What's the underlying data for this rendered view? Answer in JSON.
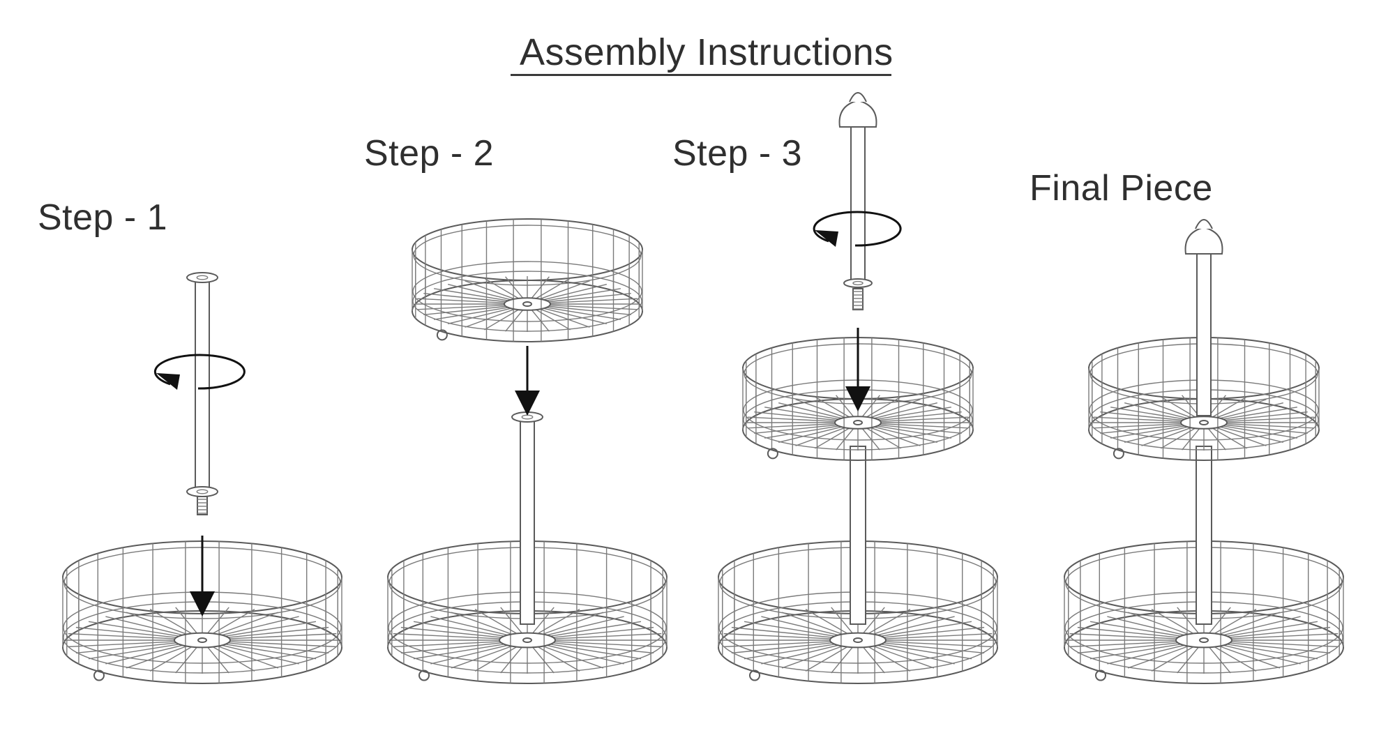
{
  "title": "Assembly Instructions",
  "steps": {
    "step1": "Step - 1",
    "step2": "Step - 2",
    "step3": "Step - 3",
    "final": "Final Piece"
  },
  "icons": [
    "rotate-arrow-icon",
    "down-arrow-icon",
    "wire-basket",
    "pole",
    "finial"
  ]
}
